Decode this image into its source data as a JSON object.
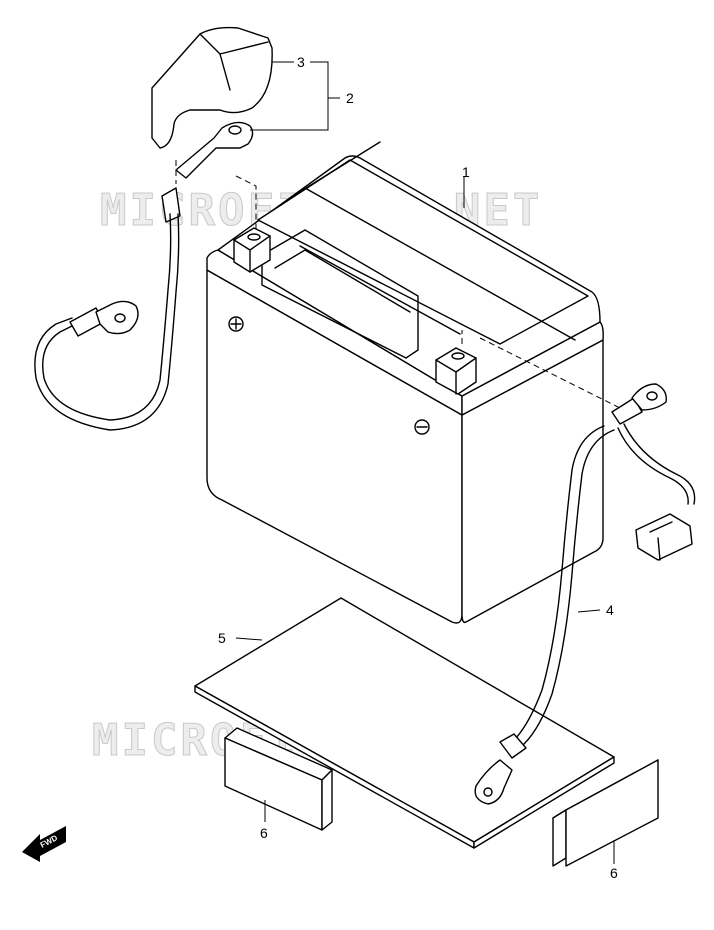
{
  "watermark": {
    "text_top": "MICROFICHES.NET",
    "text_bottom": "MICROFICHES.NET"
  },
  "fwd_badge": "FWD",
  "callouts": [
    {
      "id": "battery",
      "label": "1"
    },
    {
      "id": "positive-terminal-cover-assy",
      "label": "2"
    },
    {
      "id": "terminal-cover",
      "label": "3"
    },
    {
      "id": "negative-lead-wire",
      "label": "4"
    },
    {
      "id": "battery-plate",
      "label": "5"
    },
    {
      "id": "cushion-left",
      "label": "6"
    },
    {
      "id": "cushion-right",
      "label": "6"
    }
  ],
  "colors": {
    "line": "#000000",
    "watermark": "#ededed",
    "background": "#ffffff"
  }
}
